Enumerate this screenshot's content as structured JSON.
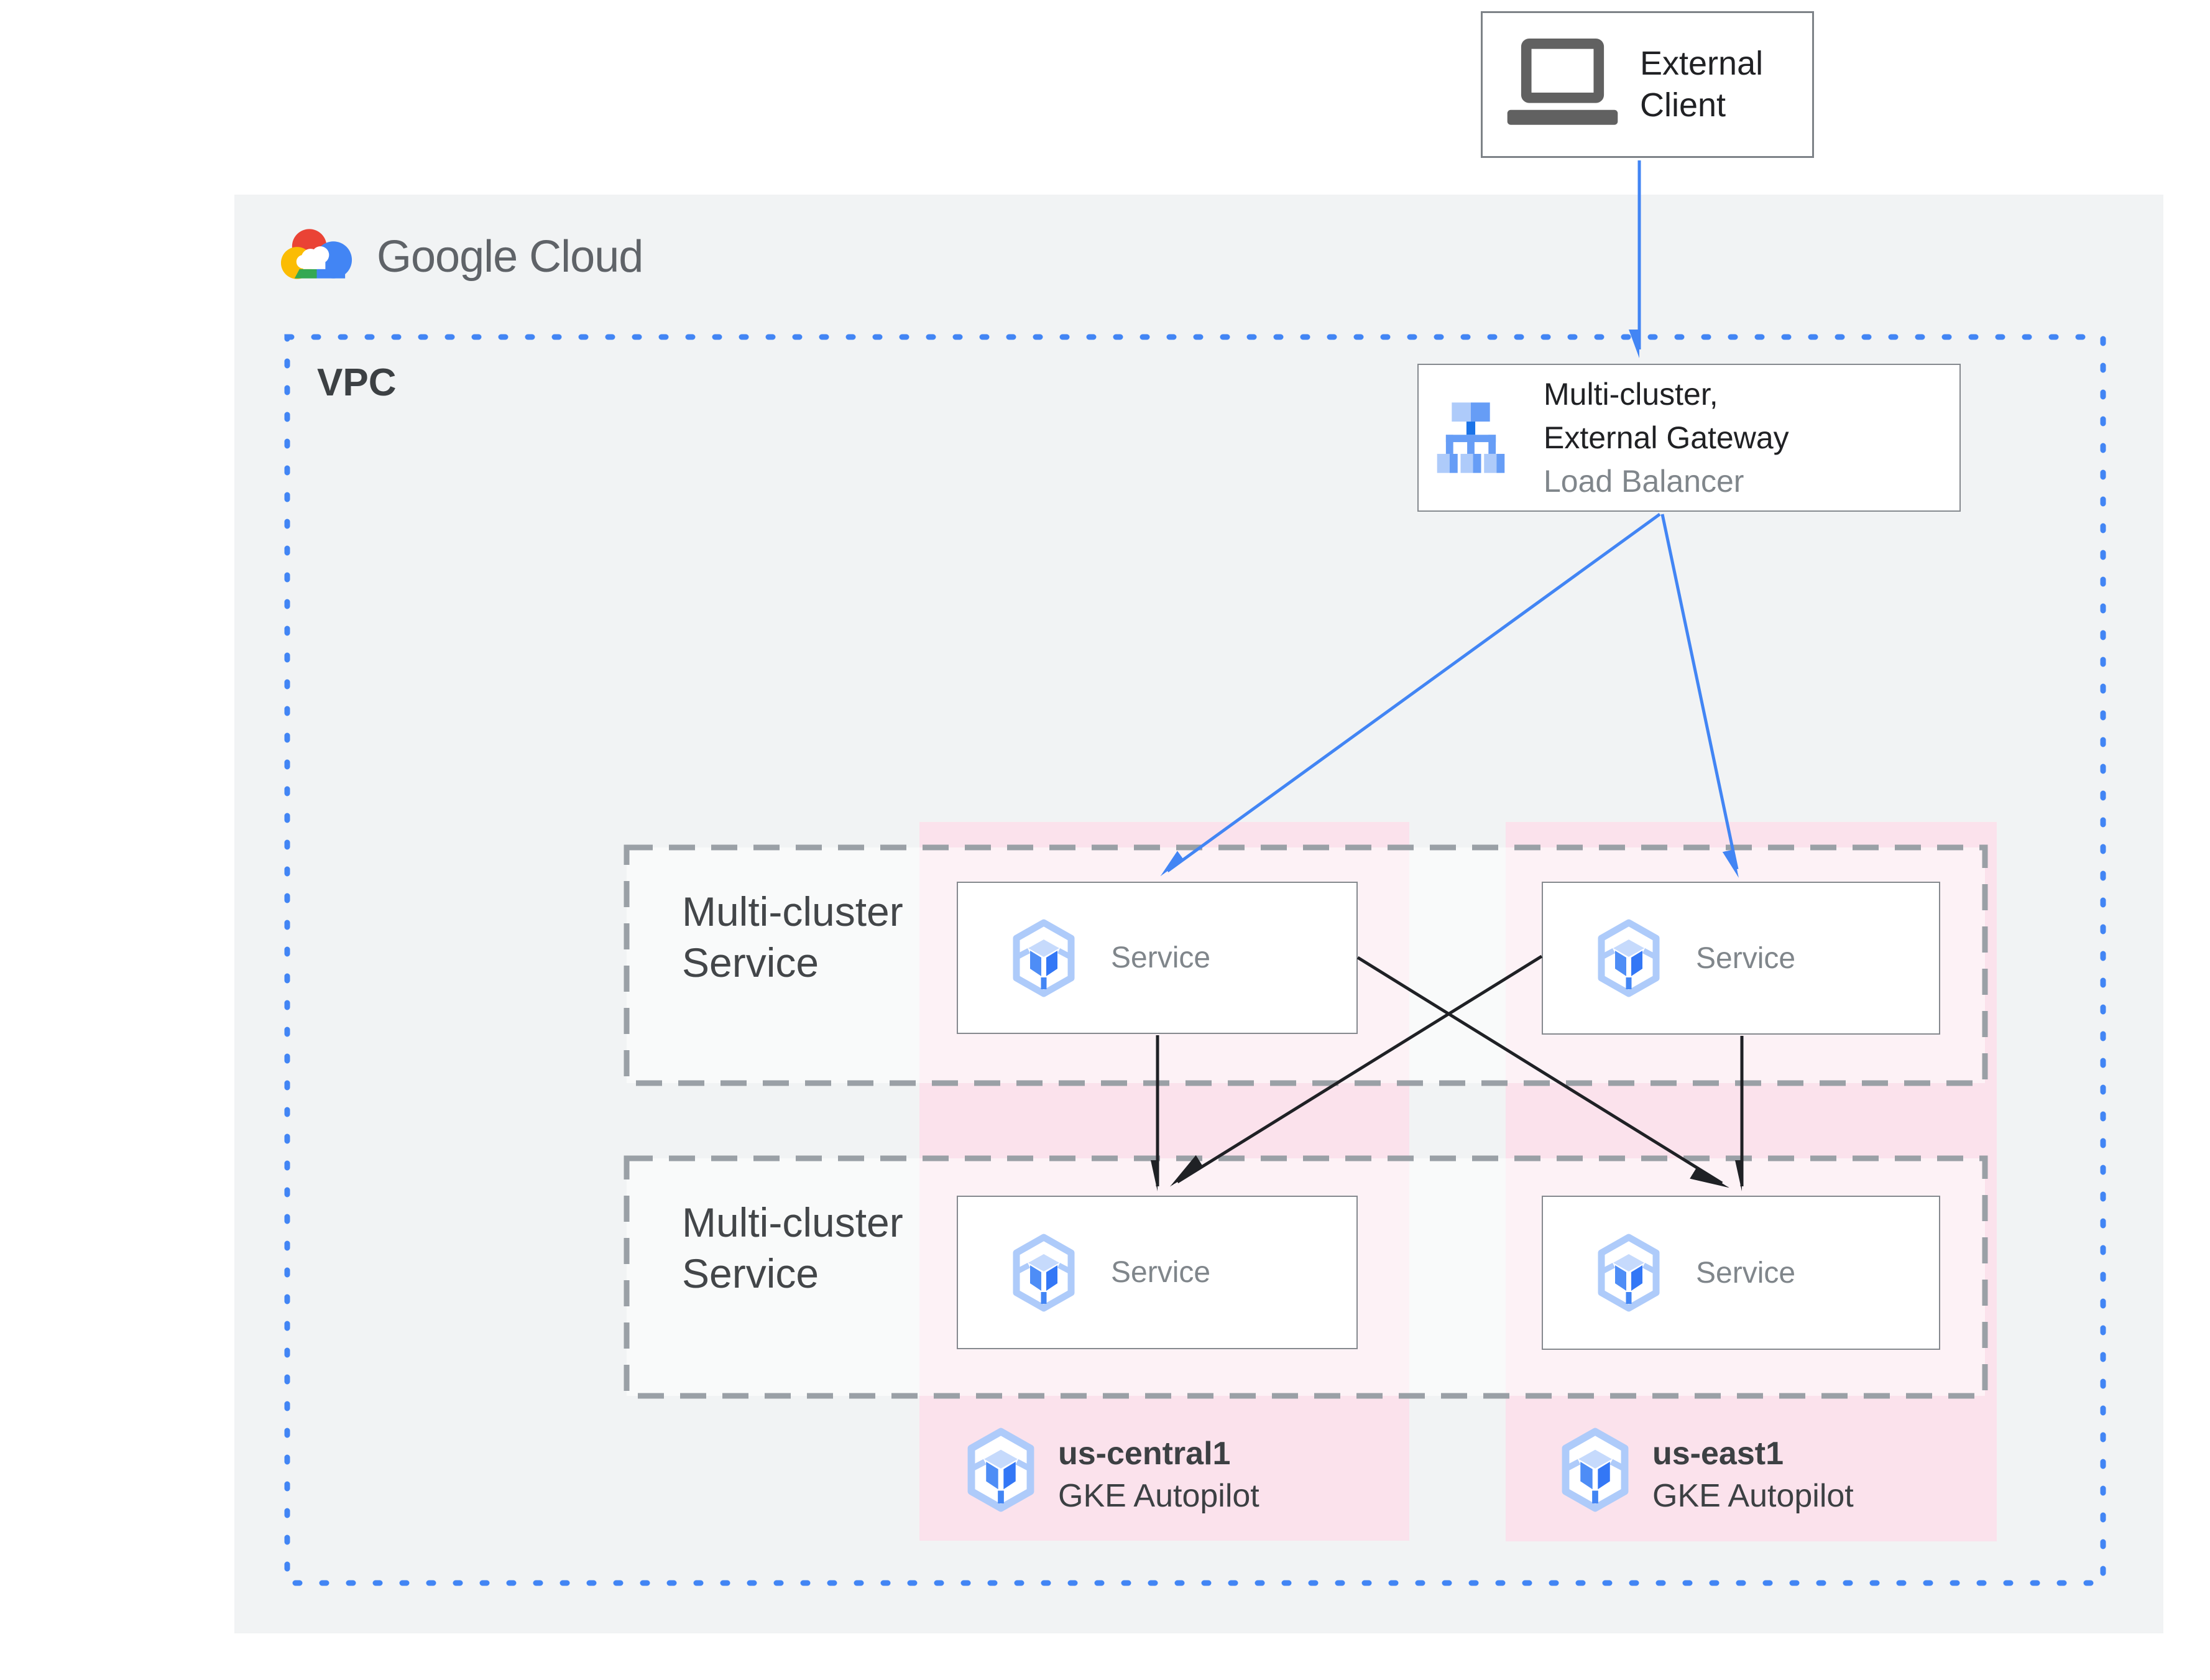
{
  "logo": {
    "text": "Google Cloud",
    "icon": "google-cloud-logo"
  },
  "vpc": {
    "label": "VPC"
  },
  "external_client": {
    "line1": "External",
    "line2": "Client",
    "icon": "laptop-icon"
  },
  "load_balancer": {
    "line1": "Multi-cluster,",
    "line2": "External Gateway",
    "line3": "Load Balancer",
    "icon": "load-balancer-icon"
  },
  "mcs_rows": [
    {
      "line1": "Multi-cluster",
      "line2": "Service"
    },
    {
      "line1": "Multi-cluster",
      "line2": "Service"
    }
  ],
  "services": [
    {
      "label": "Service"
    },
    {
      "label": "Service"
    },
    {
      "label": "Service"
    },
    {
      "label": "Service"
    }
  ],
  "regions": [
    {
      "name": "us-central1",
      "platform": "GKE Autopilot",
      "icon": "gke-cluster-icon"
    },
    {
      "name": "us-east1",
      "platform": "GKE Autopilot",
      "icon": "gke-cluster-icon"
    }
  ],
  "colors": {
    "canvas_bg": "#f1f3f4",
    "pink_region": "#fbe2ec",
    "vpc_border_blue": "#4285f4",
    "arrow_blue": "#4285f4",
    "dashed_gray": "#9aa0a6",
    "arrow_black": "#1f2125",
    "text_dark": "#202124",
    "text_gray": "#80868b",
    "icon_light_blue": "#aecbfa",
    "icon_medium_blue": "#669df6",
    "icon_dark_blue": "#1a73e8"
  }
}
